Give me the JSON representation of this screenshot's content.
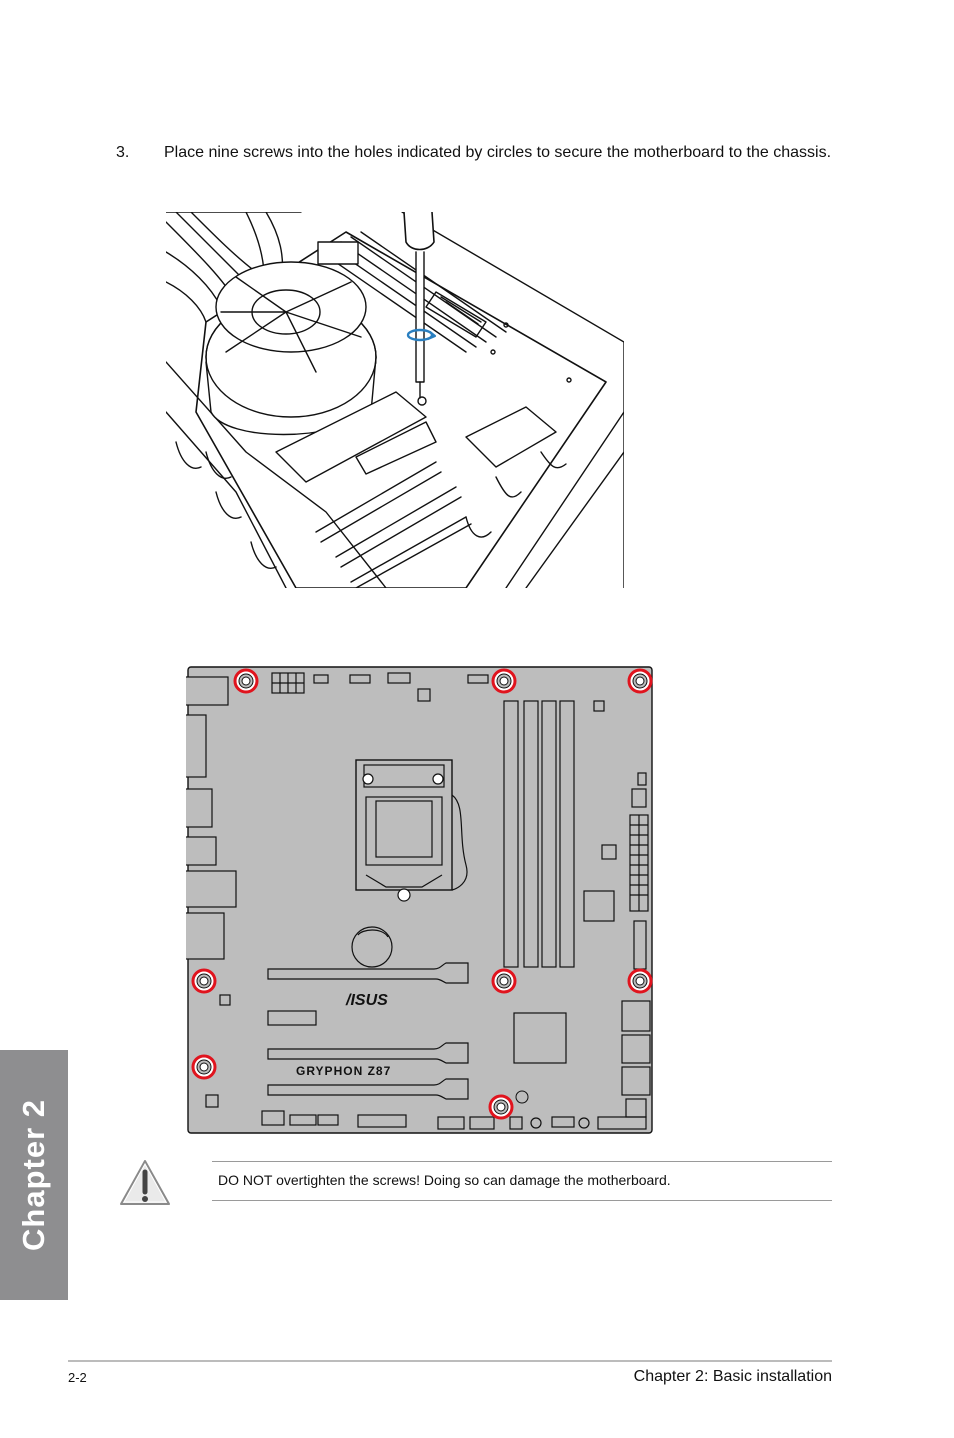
{
  "step": {
    "number": "3.",
    "text": "Place nine screws into the holes indicated by circles to secure the motherboard to the chassis."
  },
  "board": {
    "brand": "/ISUS",
    "model": "GRYPHON  Z87"
  },
  "warning": {
    "text": "DO NOT overtighten the screws! Doing so can damage the motherboard."
  },
  "sidebar": {
    "label": "Chapter 2"
  },
  "footer": {
    "page_number": "2-2",
    "chapter_title": "Chapter 2: Basic installation"
  },
  "colors": {
    "screw_highlight": "#e0141e",
    "board_fill": "#bdbdbd",
    "tab_gray": "#8e8e90",
    "screwdriver_blue": "#2a7fc0"
  }
}
